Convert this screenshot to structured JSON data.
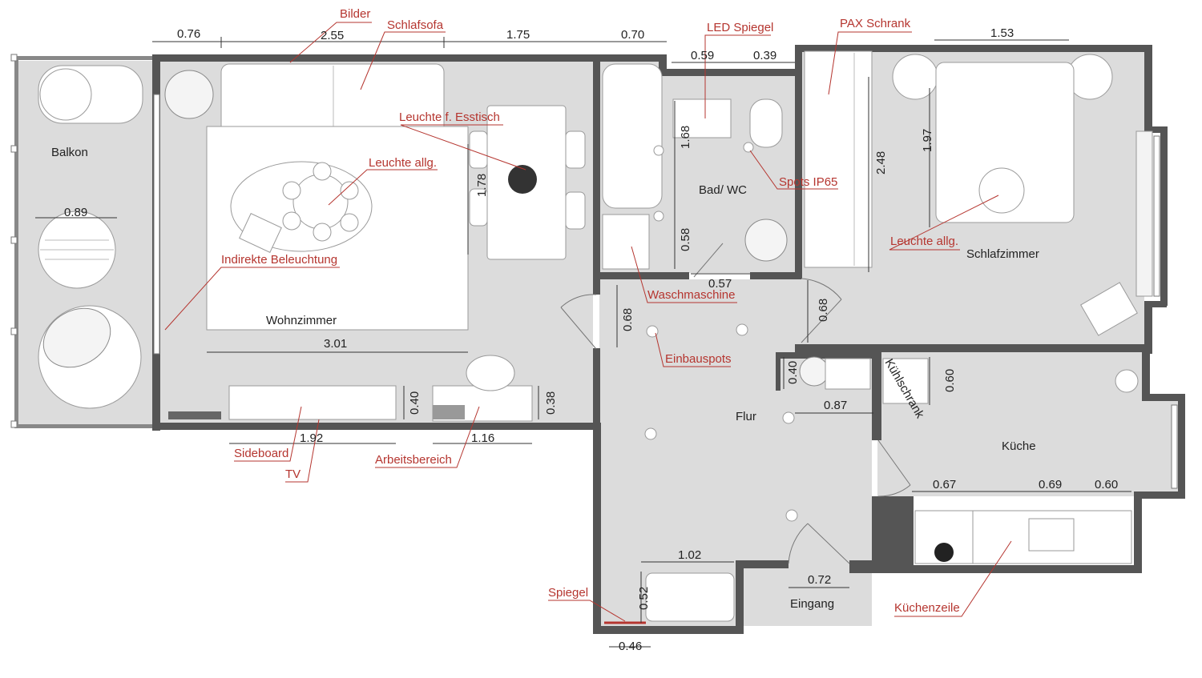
{
  "rooms": {
    "balkon": "Balkon",
    "wohnzimmer": "Wohnzimmer",
    "bad": "Bad/ WC",
    "schlafzimmer": "Schlafzimmer",
    "flur": "Flur",
    "kueche": "Küche",
    "eingang": "Eingang"
  },
  "dimensions": {
    "d076": "0.76",
    "d255": "2.55",
    "d175": "1.75",
    "d070": "0.70",
    "d059": "0.59",
    "d039": "0.39",
    "d153": "1.53",
    "d089": "0.89",
    "d168": "1.68",
    "d178": "1.78",
    "d248": "2.48",
    "d197": "1.97",
    "d058": "0.58",
    "d057": "0.57",
    "d068a": "0.68",
    "d068b": "0.68",
    "d301": "3.01",
    "d040a": "0.40",
    "d038": "0.38",
    "d040b": "0.40",
    "d087": "0.87",
    "d060": "0.60",
    "d192": "1.92",
    "d116": "1.16",
    "d067": "0.67",
    "d069": "0.69",
    "d060b": "0.60",
    "d102": "1.02",
    "d052": "0.52",
    "d072": "0.72",
    "d046": "0.46"
  },
  "annotations": {
    "bilder": "Bilder",
    "schlafsofa": "Schlafsofa",
    "led_spiegel": "LED Spiegel",
    "pax": "PAX Schrank",
    "leuchte_esstisch": "Leuchte f. Esstisch",
    "leuchte_allg_wohn": "Leuchte allg.",
    "spots": "Spots IP65",
    "leuchte_allg_schlaf": "Leuchte allg.",
    "indirekt": "Indirekte Beleuchtung",
    "waschmaschine": "Waschmaschine",
    "einbauspots": "Einbauspots",
    "sideboard": "Sideboard",
    "tv": "TV",
    "arbeitsbereich": "Arbeitsbereich",
    "spiegel": "Spiegel",
    "kuechenzeile": "Küchenzeile",
    "kuehlschrank": "Kühlschrank"
  },
  "colors": {
    "wall": "#555555",
    "floor": "#dcdcdc",
    "annotation": "#b5352f"
  }
}
